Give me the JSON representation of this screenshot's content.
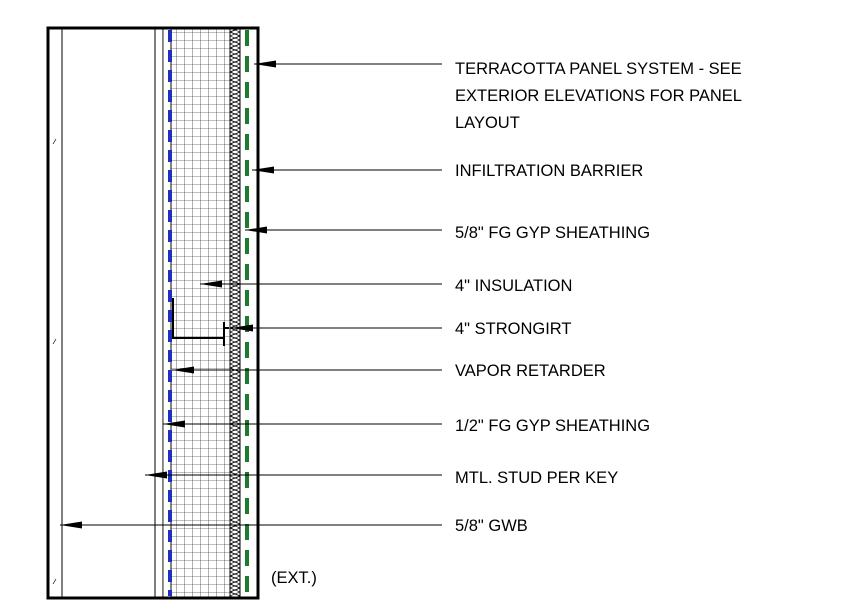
{
  "diagram": {
    "labels": [
      {
        "id": "terracotta",
        "lines": [
          "TERRACOTTA PANEL SYSTEM - SEE",
          "EXTERIOR ELEVATIONS FOR PANEL",
          "LAYOUT"
        ]
      },
      {
        "id": "infiltration",
        "lines": [
          "INFILTRATION BARRIER"
        ]
      },
      {
        "id": "fg-gyp-58",
        "lines": [
          "5/8\" FG GYP SHEATHING"
        ]
      },
      {
        "id": "insulation",
        "lines": [
          "4\" INSULATION"
        ]
      },
      {
        "id": "strongirt",
        "lines": [
          "4\" STRONGIRT"
        ]
      },
      {
        "id": "vapor",
        "lines": [
          "VAPOR RETARDER"
        ]
      },
      {
        "id": "fg-gyp-12",
        "lines": [
          "1/2\" FG GYP SHEATHING"
        ]
      },
      {
        "id": "stud",
        "lines": [
          "MTL. STUD PER KEY"
        ]
      },
      {
        "id": "gwb",
        "lines": [
          "5/8\" GWB"
        ]
      }
    ],
    "exterior_note": "(EXT.)",
    "colors": {
      "line": "#000000",
      "vapor_retarder": "#1f2fbf",
      "infiltration_barrier": "#1e7a2e"
    }
  }
}
